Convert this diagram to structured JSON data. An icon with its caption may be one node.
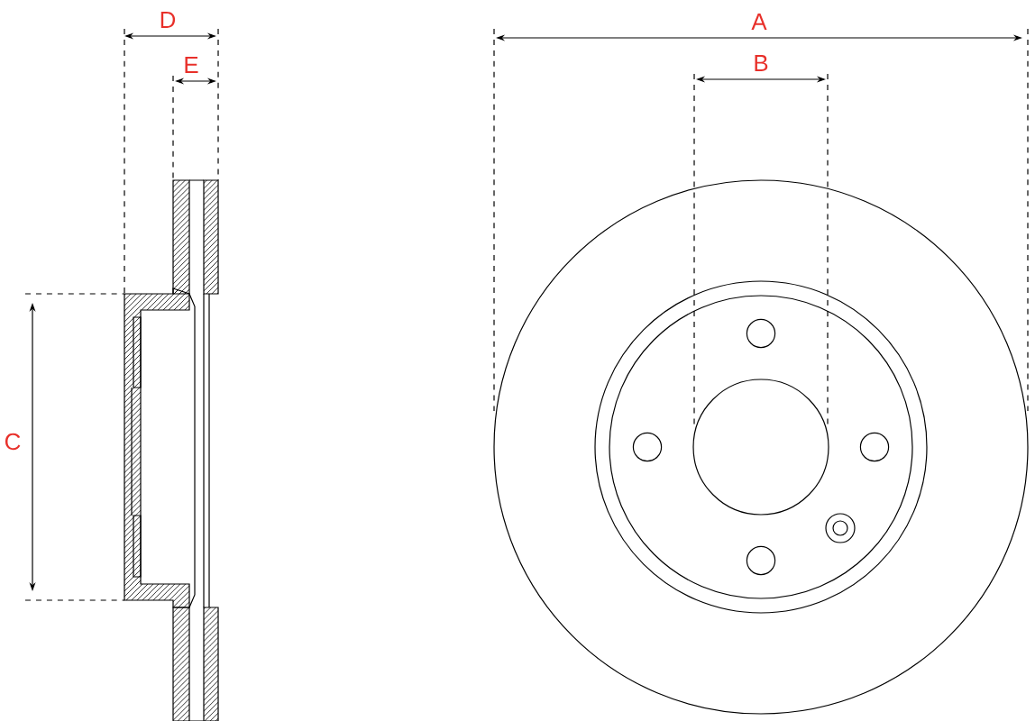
{
  "diagram": {
    "labels": [
      "D",
      "E",
      "A",
      "B",
      "C"
    ]
  }
}
